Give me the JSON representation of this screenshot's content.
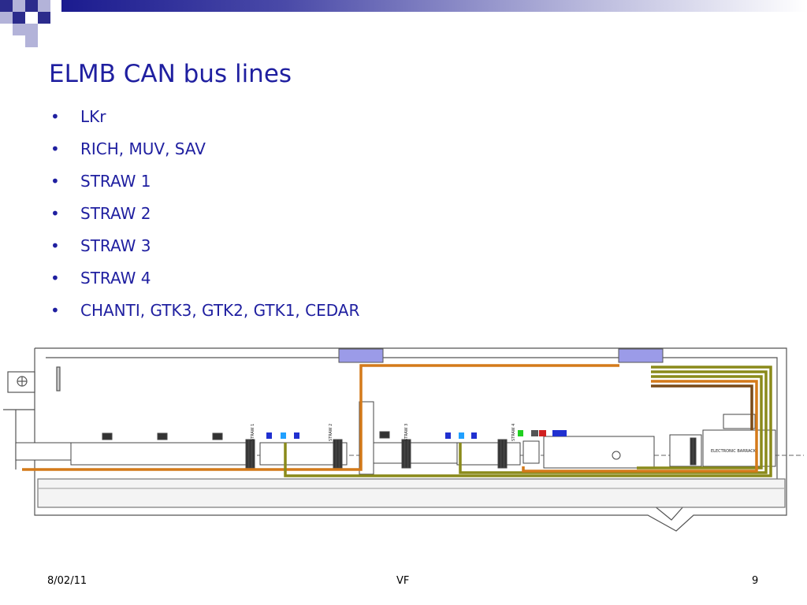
{
  "slide": {
    "title": "ELMB CAN bus lines",
    "bullets": [
      "LKr",
      "RICH, MUV, SAV",
      "STRAW 1",
      "STRAW 2",
      "STRAW 3",
      "STRAW 4",
      "CHANTI, GTK3, GTK2, GTK1, CEDAR"
    ],
    "bullet_glyph": "•"
  },
  "diagram": {
    "labels": {
      "straw1": "STRAW 1",
      "straw2": "STRAW 2",
      "straw3": "STRAW 3",
      "straw4": "STRAW 4",
      "electronic_barrack": "ELECTRONIC BARRACK"
    },
    "colors": {
      "orange_line": "#d47a1a",
      "olive_line": "#8a8a1a",
      "brown_line": "#7a4a18",
      "blue_box": "#9b9be8",
      "wall": "#555555"
    }
  },
  "footer": {
    "date": "8/02/11",
    "author": "VF",
    "page_number": "9"
  },
  "theme": {
    "title_color": "#1f1fa0",
    "deco_dark": "#2b2b8c",
    "deco_light": "#b3b3d9"
  }
}
